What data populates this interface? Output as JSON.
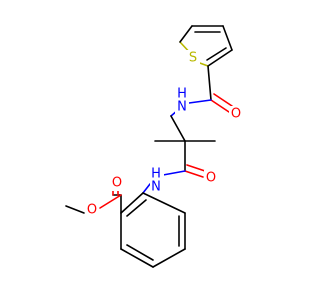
{
  "molecule": {
    "atoms": {
      "sulfur": "S",
      "amide_n_top": "H\nN",
      "amide_o_top": "O",
      "amide_n_mid": "H\nN",
      "amide_o_mid": "O",
      "ester_o_carbonyl": "O",
      "ester_o_ether": "O"
    },
    "atom_lines": {
      "amide_n_top": [
        "H",
        "N"
      ],
      "amide_n_mid": [
        "H",
        "N"
      ]
    }
  },
  "colors": {
    "carbon": "#000000",
    "oxygen": "#ff0000",
    "nitrogen": "#0000ff",
    "sulfur": "#b8b800"
  }
}
